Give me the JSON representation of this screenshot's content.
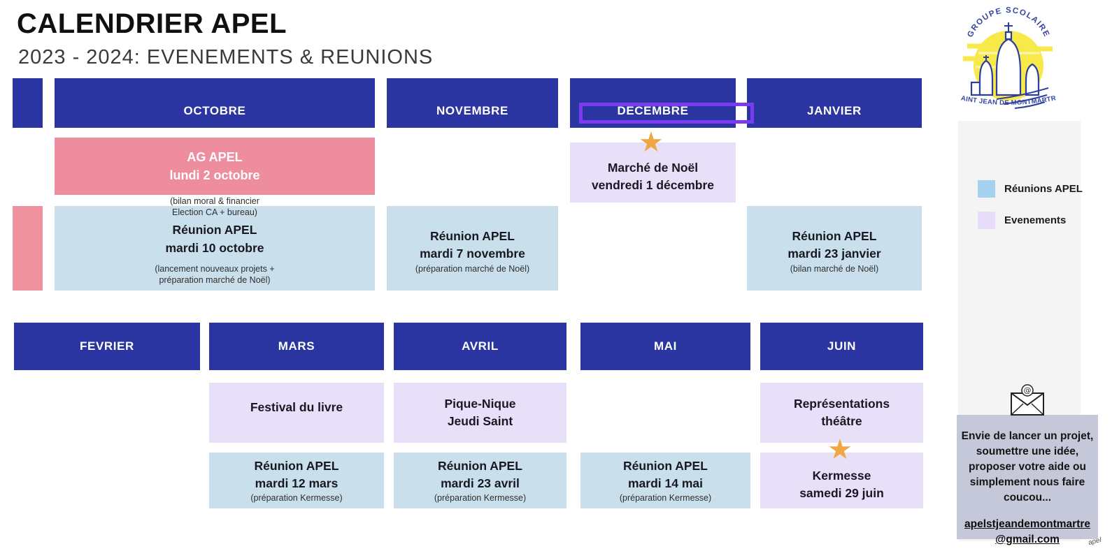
{
  "header": {
    "title": "CALENDRIER APEL",
    "subtitle": "2023 - 2024: EVENEMENTS & REUNIONS"
  },
  "logo": {
    "arc_text": "GROUPE SCOLAIRE",
    "name": "SAINT JEAN DE MONTMARTRE"
  },
  "months": {
    "octobre": "OCTOBRE",
    "novembre": "NOVEMBRE",
    "decembre": "DECEMBRE",
    "janvier": "JANVIER",
    "fevrier": "FEVRIER",
    "mars": "MARS",
    "avril": "AVRIL",
    "mai": "MAI",
    "juin": "JUIN"
  },
  "events": {
    "ag_apel": {
      "title": "AG APEL",
      "date": "lundi 2 octobre",
      "note_line1": "(bilan moral & financier",
      "note_line2": "Election CA + bureau)"
    },
    "marche_noel": {
      "title": "Marché de Noël",
      "date": "vendredi 1 décembre"
    },
    "reunion_octobre": {
      "title": "Réunion APEL",
      "date": "mardi 10 octobre",
      "note_line1": "(lancement nouveaux projets +",
      "note_line2": "préparation marché de Noël)"
    },
    "reunion_novembre": {
      "title": "Réunion APEL",
      "date": "mardi 7 novembre",
      "note": "(préparation marché de Noël)"
    },
    "reunion_janvier": {
      "title": "Réunion APEL",
      "date": "mardi 23 janvier",
      "note": "(bilan marché de Noël)"
    },
    "festival_livre": {
      "title": "Festival du livre"
    },
    "pique_nique": {
      "title": "Pique-Nique",
      "date": "Jeudi Saint"
    },
    "representations": {
      "title": "Représentations",
      "date": "théâtre"
    },
    "reunion_mars": {
      "title": "Réunion APEL",
      "date": "mardi 12 mars",
      "note": "(préparation Kermesse)"
    },
    "reunion_avril": {
      "title": "Réunion APEL",
      "date": "mardi 23 avril",
      "note": "(préparation Kermesse)"
    },
    "reunion_mai": {
      "title": "Réunion APEL",
      "date": "mardi 14 mai",
      "note": "(préparation Kermesse)"
    },
    "kermesse": {
      "title": "Kermesse",
      "date": "samedi 29 juin"
    }
  },
  "legend": {
    "reunions_label": "Réunions APEL",
    "evenements_label": "Evenements"
  },
  "contact": {
    "message": "Envie de lancer un projet, soumettre une idée, proposer votre aide ou simplement nous faire coucou...",
    "email_line1": "apelstjeandemontmartre",
    "email_line2": "@gmail.com"
  },
  "watermark": "apel",
  "icons": {
    "star": "★"
  },
  "colors": {
    "month_header_blue": "#2a35a2",
    "event_pink": "#ee8d9d",
    "pink_bar": "#f0919f",
    "reunion_blue": "#c9e0ec",
    "event_lavender": "#e8e0f8",
    "legend_reunion_blue": "#a5d2ee",
    "legend_event_lavender": "#e7dcfa",
    "highlight_purple": "#7c3bf0",
    "star_orange": "#f0a642",
    "contact_bg": "#c5c8d8",
    "sidebar_bg": "#f4f4f4",
    "logo_blue": "#35459f",
    "logo_yellow": "#f7e94a"
  }
}
